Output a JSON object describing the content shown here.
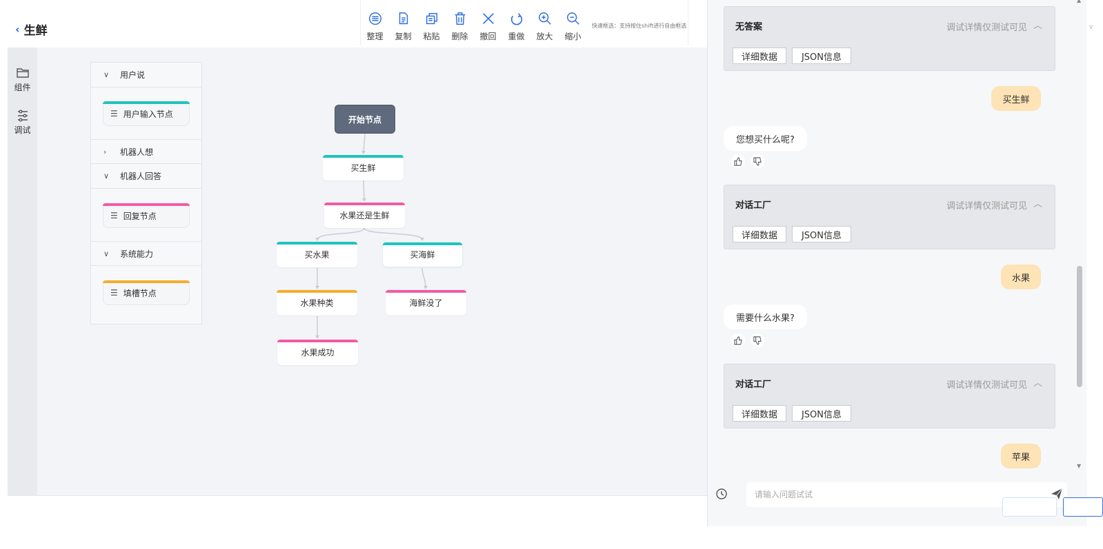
{
  "header": {
    "back_icon": "chevron-left-icon",
    "title": "生鲜"
  },
  "toolbar": {
    "tools": [
      {
        "icon": "arrange-icon",
        "label": "整理"
      },
      {
        "icon": "copy-icon",
        "label": "复制"
      },
      {
        "icon": "paste-icon",
        "label": "粘贴"
      },
      {
        "icon": "delete-icon",
        "label": "删除"
      },
      {
        "icon": "undo-icon",
        "label": "撤回"
      },
      {
        "icon": "redo-icon",
        "label": "重做"
      },
      {
        "icon": "zoom-in-icon",
        "label": "放大"
      },
      {
        "icon": "zoom-out-icon",
        "label": "缩小"
      }
    ],
    "tip": "快速框选：支持按住shift进行自由框选",
    "accent": "#2f6fde"
  },
  "rail": {
    "components_label": "组件",
    "debug_label": "调试"
  },
  "component_panel": {
    "groups": [
      {
        "label": "用户说",
        "expanded": true,
        "nodes": [
          {
            "label": "用户输入节点",
            "color": "#1fc3be"
          }
        ]
      },
      {
        "label": "机器人想",
        "expanded": false,
        "nodes": []
      },
      {
        "label": "机器人回答",
        "expanded": true,
        "nodes": [
          {
            "label": "回复节点",
            "color": "#f25aa7"
          }
        ]
      },
      {
        "label": "系统能力",
        "expanded": true,
        "nodes": [
          {
            "label": "填槽节点",
            "color": "#f5ad2d"
          }
        ]
      }
    ]
  },
  "flow": {
    "start_label": "开始节点",
    "nodes": {
      "buy_fresh": {
        "label": "买生鲜",
        "color": "#1fc3be"
      },
      "fruit_or_fresh": {
        "label": "水果还是生鲜",
        "color": "#f25aa7"
      },
      "buy_fruit": {
        "label": "买水果",
        "color": "#1fc3be"
      },
      "buy_seafood": {
        "label": "买海鲜",
        "color": "#1fc3be"
      },
      "fruit_type": {
        "label": "水果种类",
        "color": "#f5ad2d"
      },
      "seafood_gone": {
        "label": "海鲜没了",
        "color": "#f25aa7"
      },
      "fruit_success": {
        "label": "水果成功",
        "color": "#f25aa7"
      }
    }
  },
  "chat": {
    "cards": [
      {
        "title": "无答案",
        "hint": "调试详情仅测试可见",
        "btn_detail": "详细数据",
        "btn_json": "JSON信息"
      },
      {
        "title": "对话工厂",
        "hint": "调试详情仅测试可见",
        "btn_detail": "详细数据",
        "btn_json": "JSON信息"
      },
      {
        "title": "对话工厂",
        "hint": "调试详情仅测试可见",
        "btn_detail": "详细数据",
        "btn_json": "JSON信息"
      }
    ],
    "user_messages": [
      "买生鲜",
      "水果",
      "苹果"
    ],
    "bot_messages": [
      "您想买什么呢?",
      "需要什么水果?"
    ],
    "user_bubble_color": "#fde3b5",
    "input_placeholder": "请输入问题试试"
  }
}
